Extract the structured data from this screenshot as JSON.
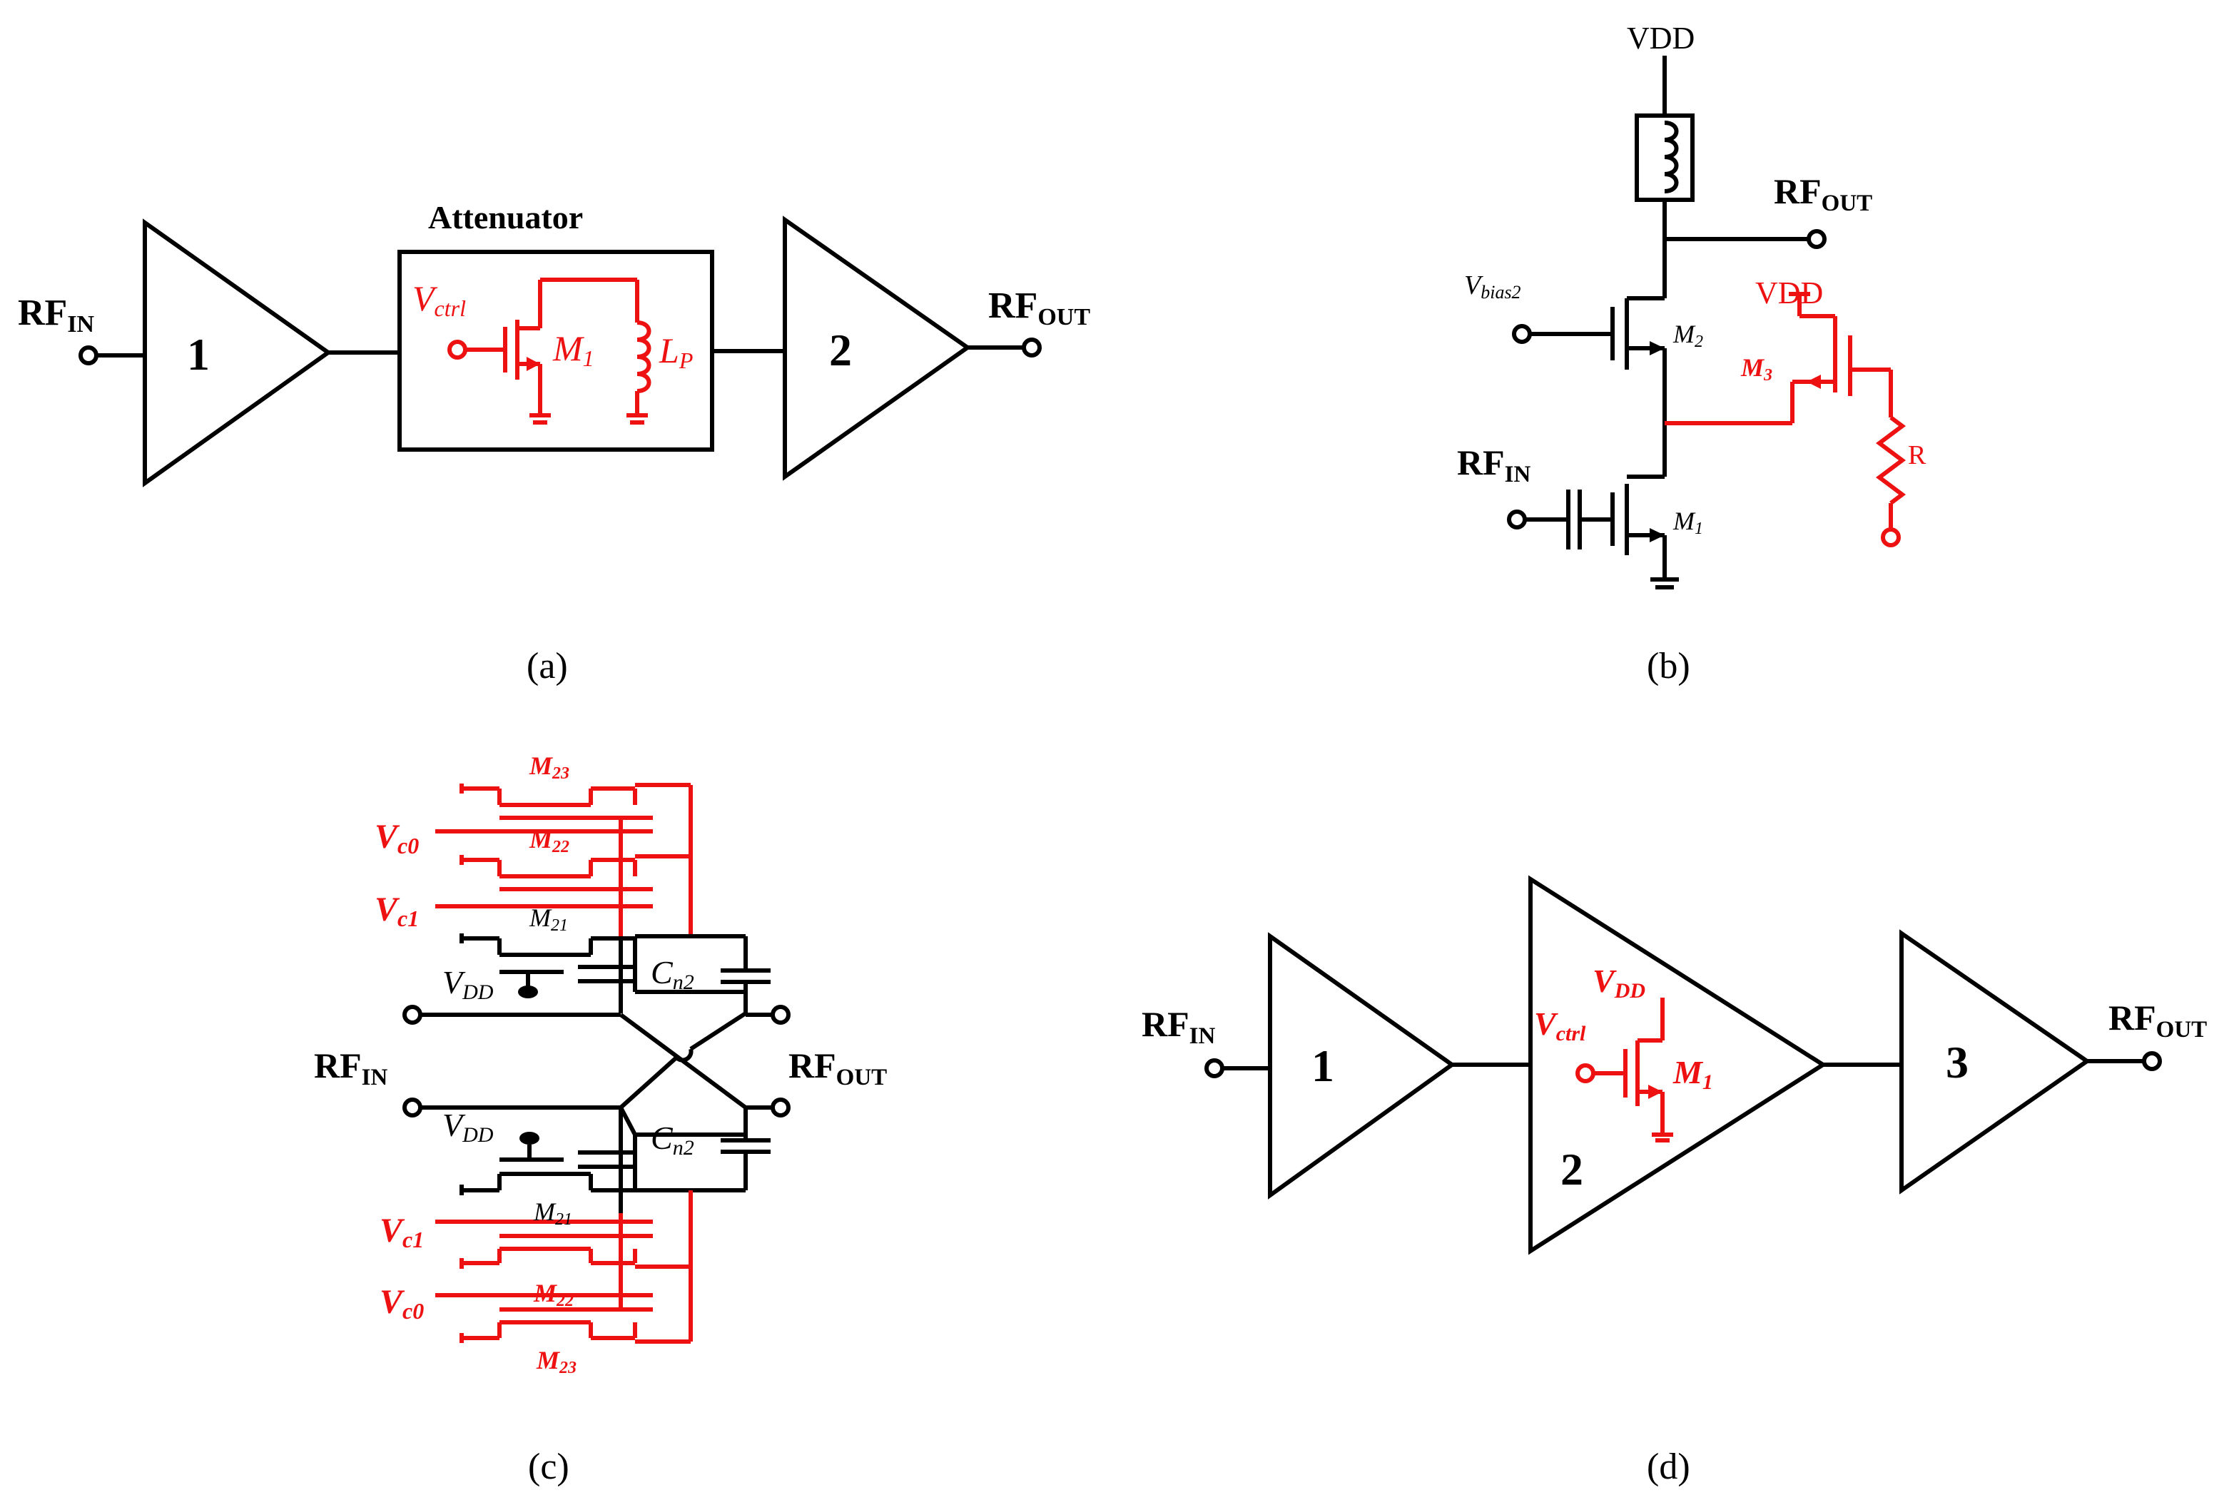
{
  "panels": [
    {
      "id": "a",
      "caption": "(a)",
      "labels": {
        "rf_in": "RF",
        "rf_in_sub": "IN",
        "rf_out": "RF",
        "rf_out_sub": "OUT",
        "stage1": "1",
        "stage2": "2",
        "attenuator": "Attenuator",
        "vctrl": "V",
        "vctrl_sub": "ctrl",
        "m1": "M",
        "m1_sub": "1",
        "lp": "L",
        "lp_sub": "P"
      }
    },
    {
      "id": "b",
      "caption": "(b)",
      "labels": {
        "vdd_top": "VDD",
        "rf_out": "RF",
        "rf_out_sub": "OUT",
        "vbias": "V",
        "vbias_sub": "bias2",
        "m2": "M",
        "m2_sub": "2",
        "vdd_red": "VDD",
        "m3": "M",
        "m3_sub": "3",
        "r": "R",
        "rf_in": "RF",
        "rf_in_sub": "IN",
        "m1": "M",
        "m1_sub": "1"
      }
    },
    {
      "id": "c",
      "caption": "(c)",
      "labels": {
        "m23_top": "M",
        "m23_top_sub": "23",
        "vc0_top": "V",
        "vc0_top_sub": "c0",
        "m22_top": "M",
        "m22_top_sub": "22",
        "vc1_top": "V",
        "vc1_top_sub": "c1",
        "m21_top": "M",
        "m21_top_sub": "21",
        "vdd_top": "V",
        "vdd_top_sub": "DD",
        "cn2_top": "C",
        "cn2_top_sub": "n2",
        "rf_in": "RF",
        "rf_in_sub": "IN",
        "rf_out": "RF",
        "rf_out_sub": "OUT",
        "vdd_bot": "V",
        "vdd_bot_sub": "DD",
        "cn2_bot": "C",
        "cn2_bot_sub": "n2",
        "m21_bot": "M",
        "m21_bot_sub": "21",
        "vc1_bot": "V",
        "vc1_bot_sub": "c1",
        "vc0_bot": "V",
        "vc0_bot_sub": "c0",
        "m22_bot": "M",
        "m22_bot_sub": "22",
        "m23_bot": "M",
        "m23_bot_sub": "23"
      }
    },
    {
      "id": "d",
      "caption": "(d)",
      "labels": {
        "rf_in": "RF",
        "rf_in_sub": "IN",
        "rf_out": "RF",
        "rf_out_sub": "OUT",
        "stage1": "1",
        "stage2": "2",
        "stage3": "3",
        "vdd": "V",
        "vdd_sub": "DD",
        "vctrl": "V",
        "vctrl_sub": "ctrl",
        "m1": "M",
        "m1_sub": "1"
      }
    }
  ],
  "colors": {
    "circuit": "#000000",
    "highlight": "#ee1111"
  }
}
